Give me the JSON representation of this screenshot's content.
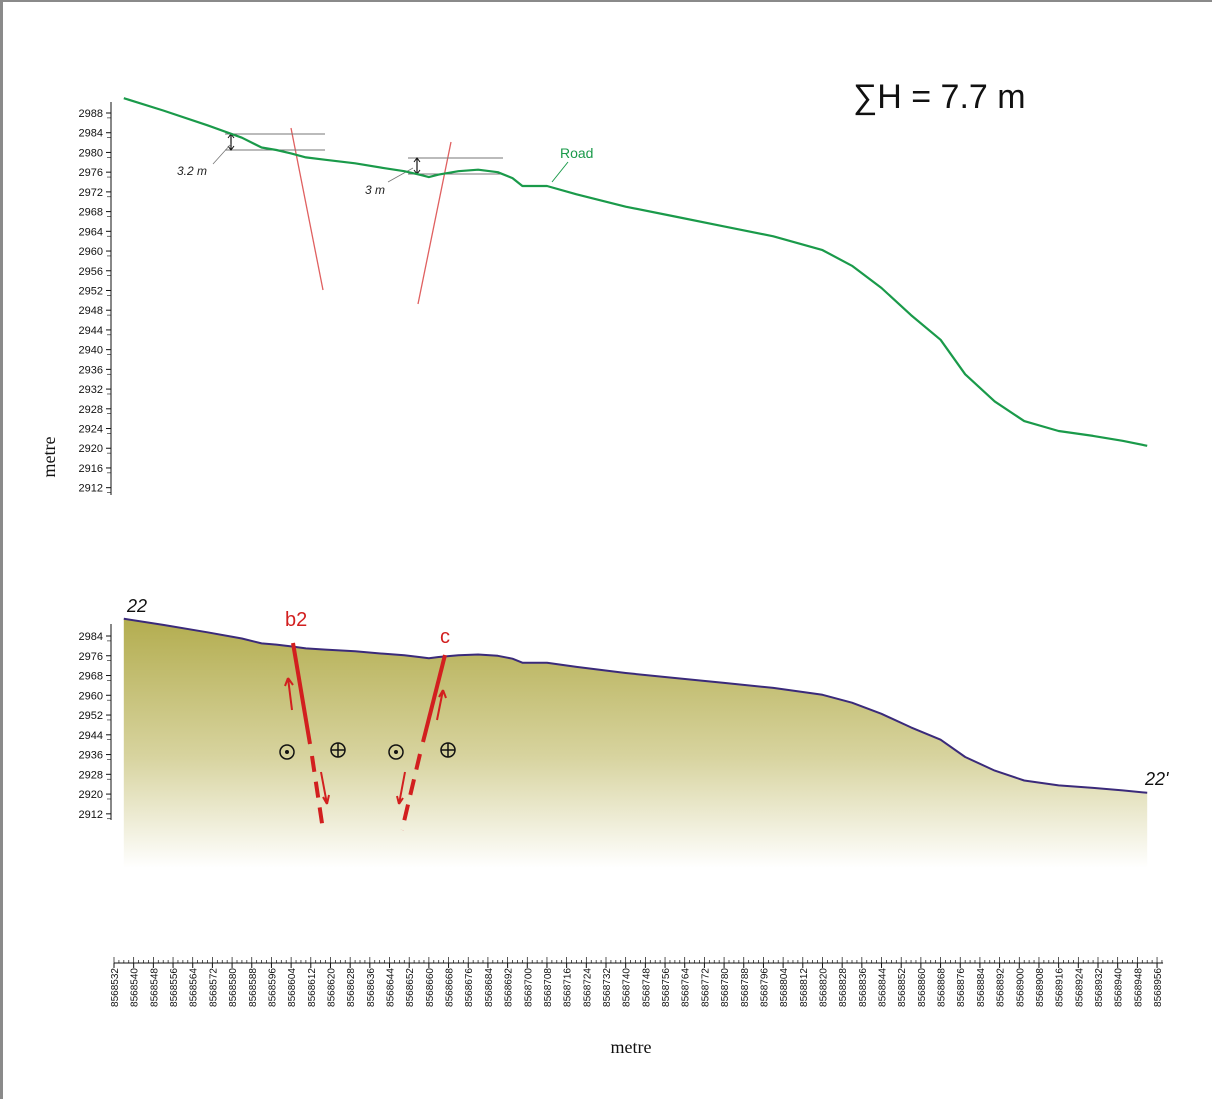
{
  "title": "∑H = 7.7 m",
  "y_axis_label": "metre",
  "x_axis_label": "metre",
  "top_profile": {
    "y_ticks": [
      2988,
      2984,
      2980,
      2976,
      2972,
      2968,
      2964,
      2960,
      2956,
      2952,
      2948,
      2944,
      2940,
      2936,
      2932,
      2928,
      2924,
      2920,
      2916,
      2912
    ],
    "road_label": "Road",
    "offset_labels": [
      "3.2 m",
      "3 m"
    ],
    "profile_color": "#1a9a4a",
    "fault_color": "#e06060"
  },
  "bottom_section": {
    "y_ticks": [
      2984,
      2976,
      2968,
      2960,
      2952,
      2944,
      2936,
      2928,
      2920,
      2912
    ],
    "start_label": "22",
    "end_label": "22'",
    "fault_labels": [
      "b2",
      "c"
    ],
    "fill_color": "#b3ad4f",
    "fault_color": "#d21f1f"
  },
  "x_ticks": [
    "8568532",
    "8568540",
    "8568548",
    "8568556",
    "8568564",
    "8568572",
    "8568580",
    "8568588",
    "8568596",
    "8568604",
    "8568612",
    "8568620",
    "8568628",
    "8568636",
    "8568644",
    "8568652",
    "8568660",
    "8568668",
    "8568676",
    "8568684",
    "8568692",
    "8568700",
    "8568708",
    "8568716",
    "8568724",
    "8568732",
    "8568740",
    "8568748",
    "8568756",
    "8568764",
    "8568772",
    "8568780",
    "8568788",
    "8568796",
    "8568804",
    "8568812",
    "8568820",
    "8568828",
    "8568836",
    "8568844",
    "8568852",
    "8568860",
    "8568868",
    "8568876",
    "8568884",
    "8568892",
    "8568900",
    "8568908",
    "8568916",
    "8568924",
    "8568932",
    "8568940",
    "8568948",
    "8568956"
  ],
  "profile": {
    "x": [
      8568536,
      8568552,
      8568570,
      8568584,
      8568592,
      8568598,
      8568604,
      8568610,
      8568618,
      8568630,
      8568642,
      8568650,
      8568656,
      8568660,
      8568664,
      8568672,
      8568680,
      8568688,
      8568694,
      8568698,
      8568708,
      8568720,
      8568740,
      8568760,
      8568780,
      8568800,
      8568820,
      8568832,
      8568844,
      8568856,
      8568868,
      8568878,
      8568890,
      8568902,
      8568916,
      8568930,
      8568942,
      8568952
    ],
    "y": [
      2991,
      2988.5,
      2985.5,
      2983,
      2981,
      2980.5,
      2979.8,
      2979,
      2978.5,
      2977.8,
      2976.8,
      2976.2,
      2975.5,
      2975,
      2975.5,
      2976.2,
      2976.5,
      2976,
      2974.8,
      2973.2,
      2973.2,
      2971.5,
      2969,
      2967,
      2965,
      2963,
      2960.2,
      2957,
      2952.5,
      2947,
      2942,
      2935,
      2929.5,
      2925.5,
      2923.5,
      2922.5,
      2921.5,
      2920.5
    ]
  }
}
